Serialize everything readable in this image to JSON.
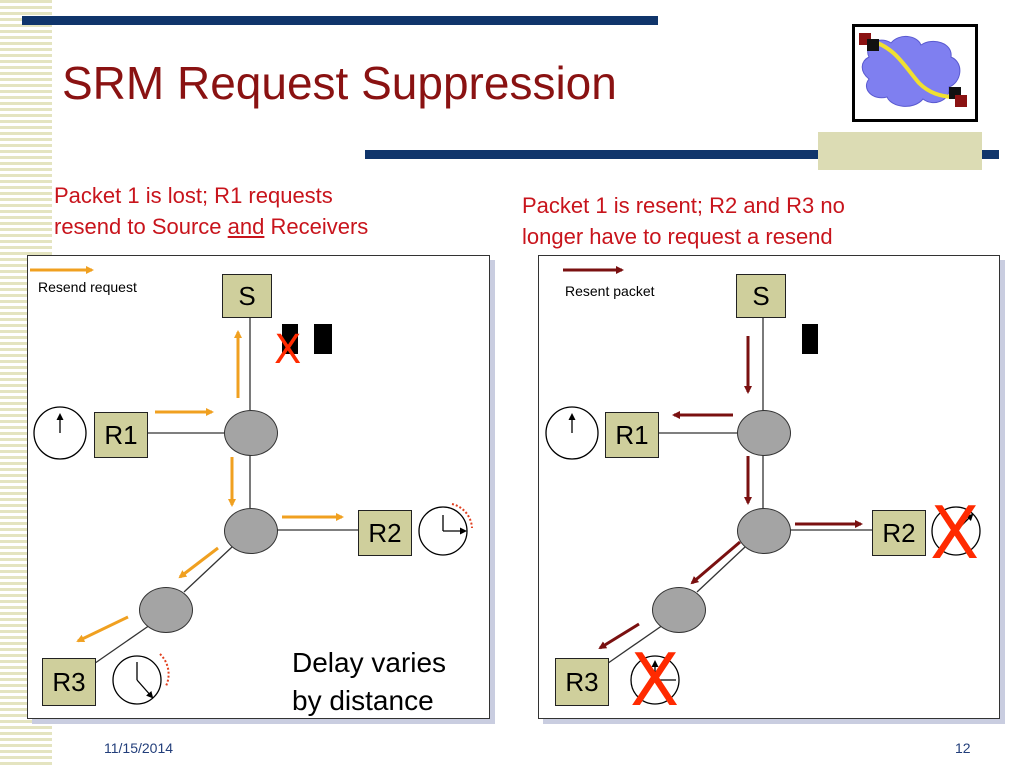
{
  "slide": {
    "title": "SRM Request Suppression",
    "date": "11/15/2014",
    "page_number": "12"
  },
  "left_panel": {
    "caption_line1": "Packet 1 is lost; R1 requests",
    "caption_line2_a": "resend to Source ",
    "caption_line2_b": "and",
    "caption_line2_c": " Receivers",
    "legend": "Resend request",
    "nodes": {
      "s": "S",
      "r1": "R1",
      "r2": "R2",
      "r3": "R3"
    },
    "loss_mark": "X",
    "delay_line1": "Delay varies",
    "delay_line2": "by distance"
  },
  "right_panel": {
    "caption_line1": "Packet 1 is resent; R2 and R3 no",
    "caption_line2": "longer have to request a resend",
    "legend": "Resent packet",
    "nodes": {
      "s": "S",
      "r1": "R1",
      "r2": "R2",
      "r3": "R3"
    },
    "cancel_mark": "X"
  },
  "colors": {
    "title": "#8a1212",
    "caption": "#c8141c",
    "request_arrow": "#f0a020",
    "resent_arrow": "#7a1010",
    "x_mark": "#ff2a00",
    "accent_bar": "#10356b",
    "node_fill": "#a4a4a4",
    "box_fill": "#cfcf9c"
  }
}
